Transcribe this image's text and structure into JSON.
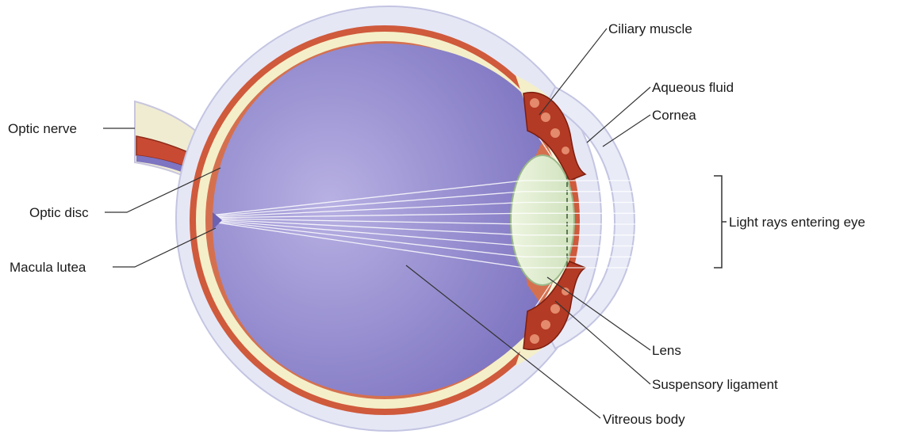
{
  "labels": {
    "ciliary_muscle": "Ciliary muscle",
    "aqueous_fluid": "Aqueous fluid",
    "cornea": "Cornea",
    "optic_nerve": "Optic nerve",
    "optic_disc": "Optic disc",
    "light_rays": "Light rays entering eye",
    "macula_lutea": "Macula lutea",
    "lens": "Lens",
    "suspensory_ligament": "Suspensory ligament",
    "vitreous_body": "Vitreous body"
  },
  "colors": {
    "vitreous": "#8d84c9",
    "sclera": "#f4efc9",
    "choroid": "#cf5a3c",
    "outer_coat": "#e2e3f3",
    "lens": "#dfeccd",
    "ciliary": "#b33a24",
    "nerve": "#c94a33",
    "rays": "#ffffff",
    "leader": "#333333"
  },
  "icons": [
    "eye-cross-section"
  ]
}
